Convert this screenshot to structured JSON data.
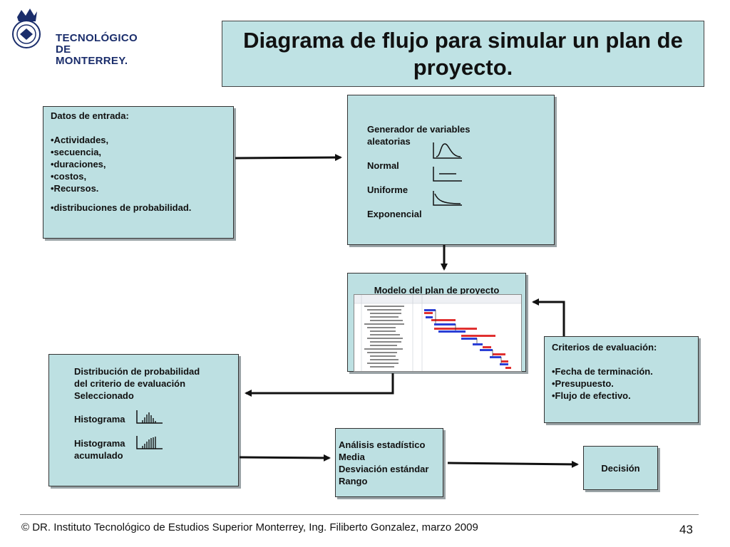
{
  "logo": {
    "line1": "TECNOLÓGICO",
    "line2": "DE MONTERREY."
  },
  "title": "Diagrama de flujo para simular un plan de proyecto.",
  "input_box": {
    "heading": "Datos de entrada:",
    "items": [
      "•Actividades,",
      "•secuencia,",
      "•duraciones,",
      "•costos,",
      "•Recursos."
    ],
    "extra": "•distribuciones de probabilidad."
  },
  "generator_box": {
    "heading_line1": "Generador de variables",
    "heading_line2": "aleatorias",
    "dists": [
      "Normal",
      "Uniforme",
      "Exponencial"
    ]
  },
  "model_box": {
    "title": "Modelo del plan de proyecto"
  },
  "criteria_box": {
    "heading": "Criterios de evaluación:",
    "items": [
      "•Fecha de terminación.",
      "•Presupuesto.",
      "•Flujo de efectivo."
    ]
  },
  "distribution_box": {
    "line1": "Distribución de probabilidad",
    "line2": "del criterio de evaluación",
    "line3": "Seleccionado",
    "hist": "Histograma",
    "hist_acc_line1": "Histograma",
    "hist_acc_line2": "acumulado"
  },
  "analysis_box": {
    "lines": [
      "Análisis estadístico",
      "Media",
      "Desviación estándar",
      "Rango"
    ]
  },
  "decision_box": {
    "label": "Decisión"
  },
  "footer": {
    "text": "© DR. Instituto Tecnológico de Estudios Superior  Monterrey, Ing. Filiberto Gonzalez,  marzo 2009",
    "page": "43"
  }
}
